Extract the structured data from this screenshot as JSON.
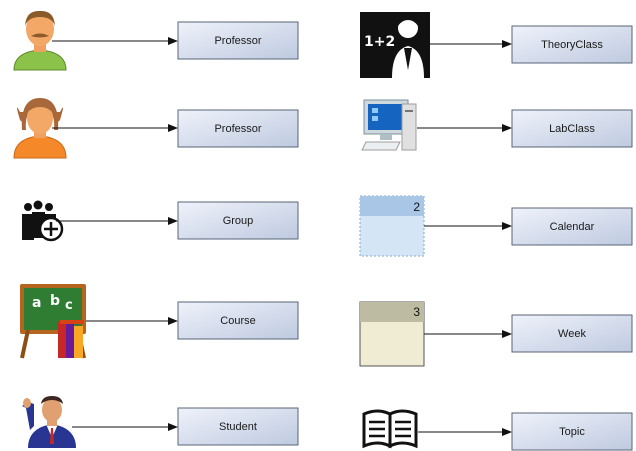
{
  "diagram": {
    "left_column": [
      {
        "icon": "male-person-icon",
        "label": "Professor"
      },
      {
        "icon": "female-person-icon",
        "label": "Professor"
      },
      {
        "icon": "group-add-icon",
        "label": "Group"
      },
      {
        "icon": "chalkboard-books-icon",
        "label": "Course"
      },
      {
        "icon": "student-raising-hand-icon",
        "label": "Student"
      }
    ],
    "right_column": [
      {
        "icon": "teacher-blackboard-icon",
        "label": "TheoryClass"
      },
      {
        "icon": "desktop-computer-icon",
        "label": "LabClass"
      },
      {
        "icon": "calendar-day-icon",
        "label": "Calendar",
        "day_number": "2"
      },
      {
        "icon": "week-page-icon",
        "label": "Week",
        "week_number": "3"
      },
      {
        "icon": "open-book-icon",
        "label": "Topic"
      }
    ]
  },
  "colors": {
    "box_fill_light": "#e8edf7",
    "box_fill_dark": "#c2cde3",
    "box_stroke": "#5a6478",
    "calendar_header": "#a9c6e6",
    "calendar_body": "#d4e6f5",
    "week_header": "#bdbba1",
    "week_body": "#f0ecd4"
  }
}
